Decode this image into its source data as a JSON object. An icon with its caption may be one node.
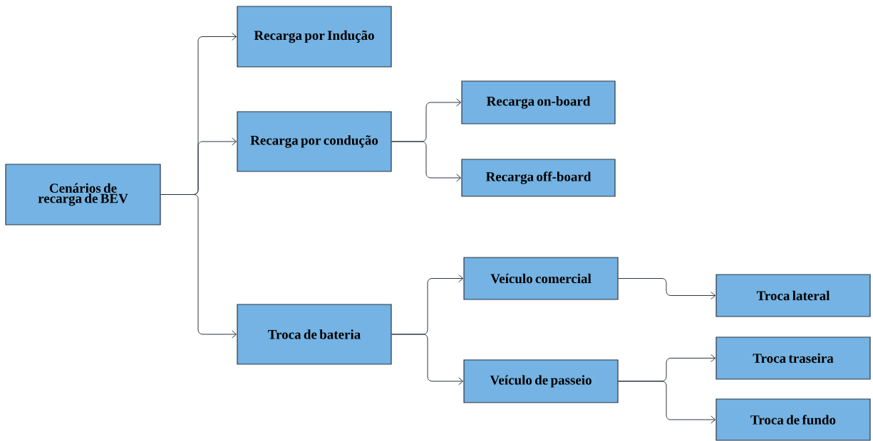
{
  "diagram": {
    "nodes": [
      {
        "text": [
          "Cenários de recarga de BEV"
        ]
      },
      {
        "text": [
          "Recarga por Indução"
        ]
      },
      {
        "text": [
          "Recarga por condução"
        ]
      },
      {
        "text": [
          "Recarga on-board"
        ]
      },
      {
        "text": [
          "Recarga off-board"
        ]
      },
      {
        "text": [
          "Troca de bateria"
        ]
      },
      {
        "text": [
          "Veículo comercial"
        ]
      },
      {
        "text": [
          "Veículo de passeio"
        ]
      },
      {
        "text": [
          "Troca lateral"
        ]
      },
      {
        "text": [
          "Troca traseira"
        ]
      },
      {
        "text": [
          "Troca de fundo"
        ]
      }
    ],
    "edges": [
      {
        "from": 0,
        "to": 1,
        "arrow": "to"
      },
      {
        "from": 0,
        "to": 2,
        "arrow": "to"
      },
      {
        "from": 0,
        "to": 5,
        "arrow": "to"
      },
      {
        "from": 2,
        "to": 3,
        "arrow": "to"
      },
      {
        "from": 2,
        "to": 4,
        "arrow": "to"
      },
      {
        "from": 5,
        "to": 6,
        "arrow": "to"
      },
      {
        "from": 5,
        "to": 7,
        "arrow": "to"
      },
      {
        "from": 6,
        "to": 8,
        "arrow": "to"
      },
      {
        "from": 7,
        "to": 9,
        "arrow": "to"
      },
      {
        "from": 7,
        "to": 10,
        "arrow": "to"
      }
    ]
  }
}
